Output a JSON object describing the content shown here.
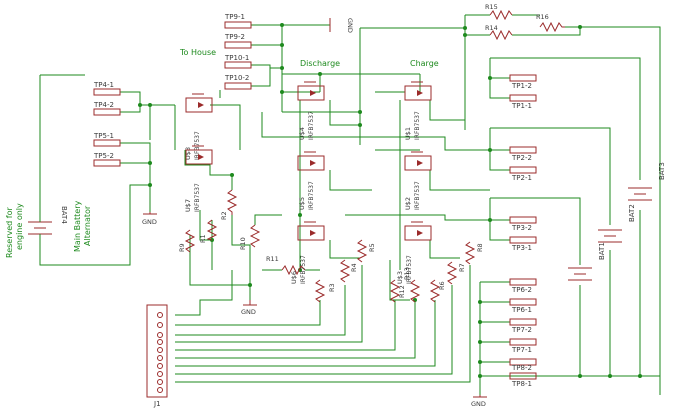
{
  "annotations": {
    "to_house": "To House",
    "discharge": "Discharge",
    "charge": "Charge",
    "reserved_1": "Reserved for",
    "reserved_2": "engine only",
    "main_battery": "Main Battery",
    "alternator": "Alternator"
  },
  "ground_label": "GND",
  "connector_label": "J1",
  "batteries": [
    "BAT1",
    "BAT2",
    "BAT3",
    "BAT4"
  ],
  "resistors": [
    "R1",
    "R2",
    "R3",
    "R4",
    "R5",
    "R6",
    "R7",
    "R8",
    "R9",
    "R10",
    "R11",
    "R12",
    "R13",
    "R14",
    "R15",
    "R16"
  ],
  "transistor_part": "IRFB7537",
  "transistors": [
    "U$1",
    "U$2",
    "U$3",
    "U$4",
    "U$5",
    "U$6",
    "U$7",
    "U$8"
  ],
  "test_points": [
    "TP1-1",
    "TP1-2",
    "TP2-1",
    "TP2-2",
    "TP3-1",
    "TP3-2",
    "TP4-1",
    "TP4-2",
    "TP5-1",
    "TP5-2",
    "TP6-1",
    "TP6-2",
    "TP7-1",
    "TP7-2",
    "TP8-1",
    "TP8-2",
    "TP9-1",
    "TP9-2",
    "TP10-1",
    "TP10-2"
  ]
}
